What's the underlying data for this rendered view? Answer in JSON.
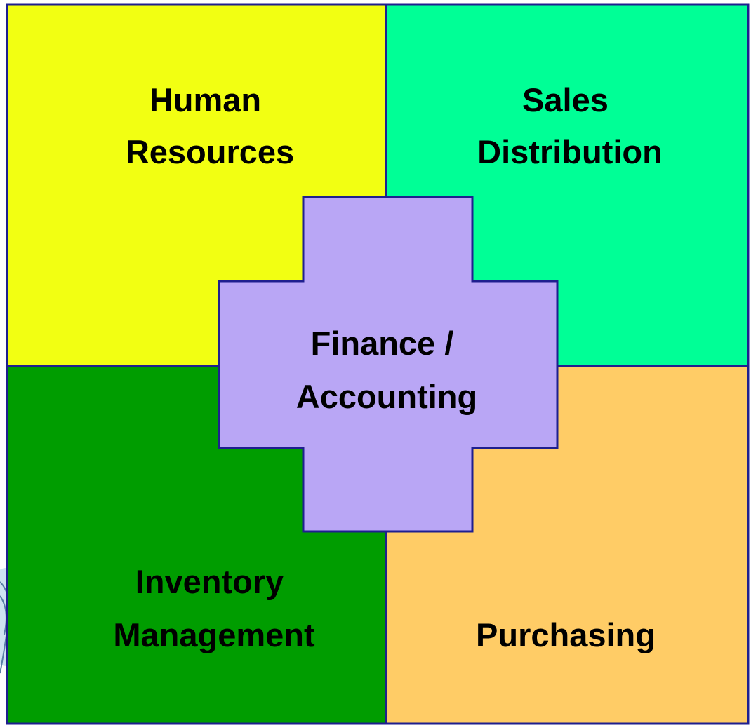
{
  "diagram": {
    "quadrants": {
      "top_left": {
        "lines": [
          "Human",
          "Resources"
        ],
        "color": "#f2ff12"
      },
      "top_right": {
        "lines": [
          "Sales",
          "Distribution"
        ],
        "color": "#00ff96"
      },
      "bottom_left": {
        "lines": [
          "Inventory",
          "Management"
        ],
        "color": "#009d00"
      },
      "bottom_right": {
        "lines": [
          "Purchasing"
        ],
        "color": "#ffcc66"
      }
    },
    "center": {
      "lines": [
        "Finance /",
        "Accounting"
      ],
      "color": "#b9a6f5"
    },
    "border_color": "#1f1f8f"
  }
}
